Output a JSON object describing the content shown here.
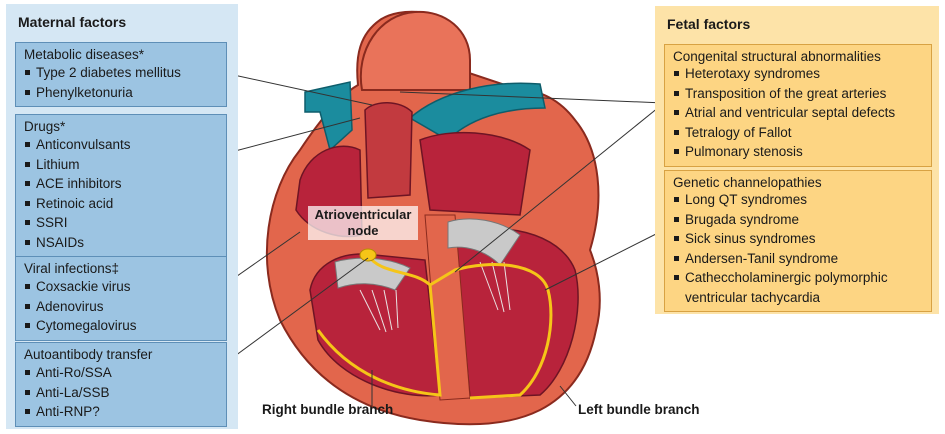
{
  "maternal": {
    "title": "Maternal factors",
    "groups": [
      {
        "heading": "Metabolic diseases*",
        "items": [
          "Type 2 diabetes mellitus",
          "Phenylketonuria"
        ]
      },
      {
        "heading": "Drugs*",
        "items": [
          "Anticonvulsants",
          "Lithium",
          "ACE inhibitors",
          "Retinoic acid",
          "SSRI",
          "NSAIDs"
        ]
      },
      {
        "heading": "Viral infections‡",
        "items": [
          "Coxsackie virus",
          "Adenovirus",
          "Cytomegalovirus"
        ]
      },
      {
        "heading": "Autoantibody transfer",
        "items": [
          "Anti-Ro/SSA",
          "Anti-La/SSB",
          "Anti-RNP?"
        ]
      }
    ]
  },
  "fetal": {
    "title": "Fetal factors",
    "groups": [
      {
        "heading": "Congenital structural abnormalities",
        "items": [
          "Heterotaxy syndromes",
          "Transposition of the great arteries",
          "Atrial and ventricular septal defects",
          "Tetralogy of Fallot",
          "Pulmonary stenosis"
        ]
      },
      {
        "heading": "Genetic channelopathies",
        "items": [
          "Long QT syndromes",
          "Brugada syndrome",
          "Sick sinus syndromes",
          "Andersen-Tanil syndrome",
          "Catheccholaminergic polymorphic ventricular tachycardia"
        ]
      }
    ]
  },
  "heart": {
    "node_label": "Atrioventricular node",
    "right_bundle": "Right bundle branch",
    "left_bundle": "Left bundle branch"
  },
  "colors": {
    "maternal_panel": "#d5e7f4",
    "maternal_box": "#9cc4e2",
    "fetal_panel": "#fde3a8",
    "fetal_box": "#fdd583",
    "heart_wall": "#e2664c",
    "myocardium": "#b8233b",
    "great_vessel": "#1b8c9e",
    "conduction": "#f5c518"
  }
}
